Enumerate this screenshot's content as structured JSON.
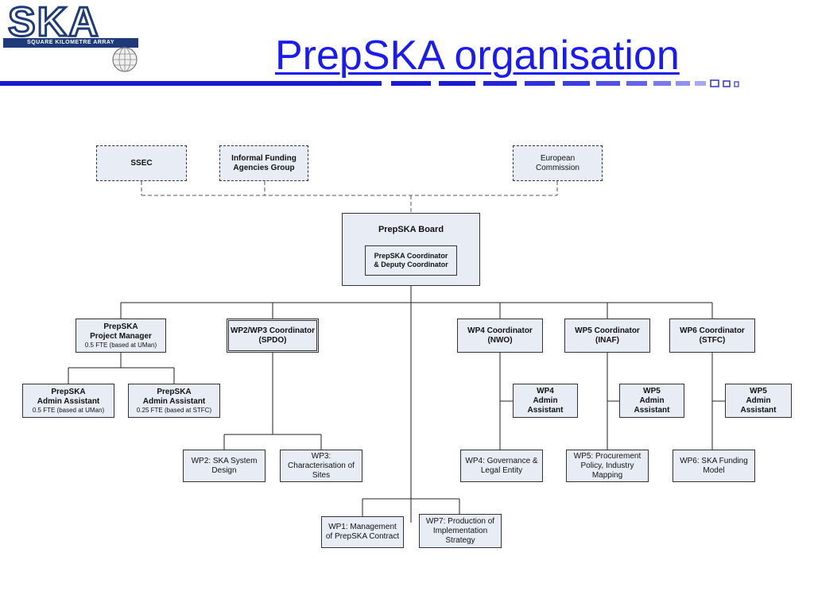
{
  "logo": {
    "letters": "SKA",
    "band": "SQUARE KILOMETRE ARRAY"
  },
  "slide": {
    "title": "PrepSKA organisation"
  },
  "funders": {
    "ssec": "SSEC",
    "ifag": [
      "Informal Funding",
      "Agencies Group"
    ],
    "ec": [
      "European",
      "Commission"
    ]
  },
  "board": {
    "title": "PrepSKA Board",
    "coordinator": [
      "PrepSKA Coordinator",
      "& Deputy Coordinator"
    ]
  },
  "pm": {
    "lines": [
      "PrepSKA",
      "Project Manager"
    ],
    "note": "0.5 FTE (based at UMan)"
  },
  "admin1": {
    "lines": [
      "PrepSKA",
      "Admin Assistant"
    ],
    "note": "0.5 FTE (based at UMan)"
  },
  "admin2": {
    "lines": [
      "PrepSKA",
      "Admin Assistant"
    ],
    "note": "0.25 FTE (based at STFC)"
  },
  "wp23": {
    "lines": [
      "WP2/WP3 Coordinator",
      "(SPDO)"
    ]
  },
  "wp2": [
    "WP2: SKA System",
    "Design"
  ],
  "wp3": [
    "WP3:",
    "Characterisation of",
    "Sites"
  ],
  "wp1": [
    "WP1: Management",
    "of PrepSKA Contract"
  ],
  "wp7": [
    "WP7: Production of",
    "Implementation",
    "Strategy"
  ],
  "wp4coord": [
    "WP4 Coordinator",
    "(NWO)"
  ],
  "wp5coord": [
    "WP5 Coordinator",
    "(INAF)"
  ],
  "wp6coord": [
    "WP6 Coordinator",
    "(STFC)"
  ],
  "wp4admin": [
    "WP4",
    "Admin",
    "Assistant"
  ],
  "wp5admin": [
    "WP5",
    "Admin",
    "Assistant"
  ],
  "wp6admin": [
    "WP5",
    "Admin",
    "Assistant"
  ],
  "wp4": [
    "WP4: Governance &",
    "Legal Entity"
  ],
  "wp5": [
    "WP5: Procurement",
    "Policy, Industry",
    "Mapping"
  ],
  "wp6": [
    "WP6: SKA Funding",
    "Model"
  ]
}
